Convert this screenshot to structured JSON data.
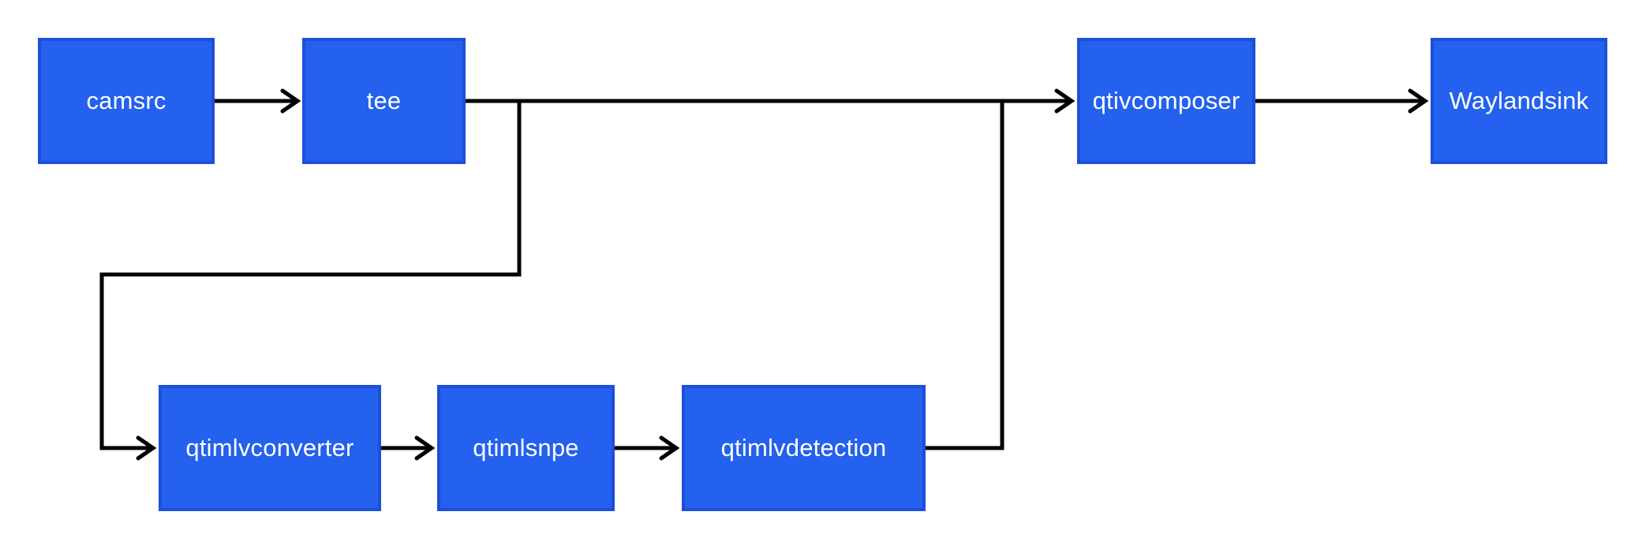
{
  "diagram": {
    "type": "flowchart",
    "nodes": [
      {
        "id": "camsrc",
        "label": "camsrc"
      },
      {
        "id": "tee",
        "label": "tee"
      },
      {
        "id": "qtivcomposer",
        "label": "qtivcomposer"
      },
      {
        "id": "waylandsink",
        "label": "Waylandsink"
      },
      {
        "id": "qtimlvconverter",
        "label": "qtimlvconverter"
      },
      {
        "id": "qtimlsnpe",
        "label": "qtimlsnpe"
      },
      {
        "id": "qtimlvdetection",
        "label": "qtimlvdetection"
      }
    ],
    "edges": [
      {
        "from": "camsrc",
        "to": "tee"
      },
      {
        "from": "tee",
        "to": "qtivcomposer"
      },
      {
        "from": "tee",
        "to": "qtimlvconverter"
      },
      {
        "from": "qtimlvconverter",
        "to": "qtimlsnpe"
      },
      {
        "from": "qtimlsnpe",
        "to": "qtimlvdetection"
      },
      {
        "from": "qtimlvdetection",
        "to": "qtivcomposer"
      },
      {
        "from": "qtivcomposer",
        "to": "waylandsink"
      }
    ],
    "colors": {
      "background": "#ffffff",
      "node_fill": "#2361ee",
      "node_border": "#1d4fd8",
      "node_text": "#ffffff",
      "edge": "#000000"
    }
  }
}
